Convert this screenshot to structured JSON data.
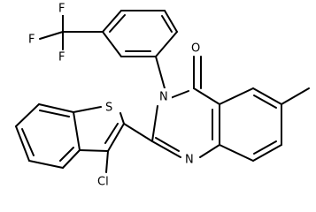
{
  "structure": {
    "atom_labels": {
      "fluorine_1": "F",
      "fluorine_2": "F",
      "fluorine_3": "F",
      "thiophene_sulfur": "S",
      "quinazoline_n3": "N",
      "quinazoline_n1": "N",
      "carbonyl_oxygen": "O",
      "chlorine": "Cl"
    }
  }
}
